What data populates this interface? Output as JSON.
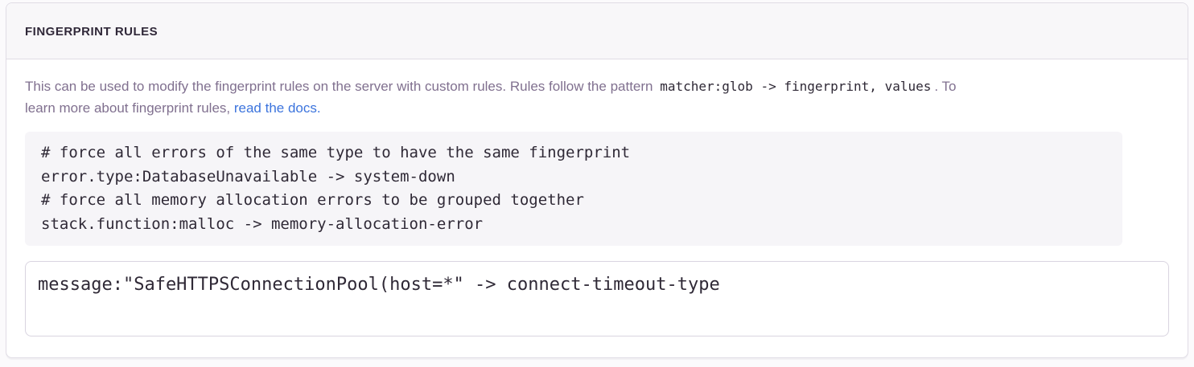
{
  "panel": {
    "header": {
      "title": "FINGERPRINT RULES"
    },
    "description": {
      "text_before_code": "This can be used to modify the fingerprint rules on the server with custom rules. Rules follow the pattern ",
      "pattern_code": "matcher:glob -> fingerprint, values",
      "text_after_code": ". To\nlearn more about fingerprint rules, ",
      "link_text": "read the docs."
    },
    "example_block": {
      "code": "# force all errors of the same type to have the same fingerprint\nerror.type:DatabaseUnavailable -> system-down\n# force all memory allocation errors to be grouped together\nstack.function:malloc -> memory-allocation-error"
    },
    "rules_input": {
      "value": "message:\"SafeHTTPSConnectionPool(host=*\" -> connect-timeout-type"
    }
  },
  "colors": {
    "link_blue": "#3c74dd",
    "heading_text": "#302839",
    "body_text": "#80708f",
    "code_text": "#2f2936",
    "panel_border": "#e0dce5",
    "header_bg": "#f8f7f9",
    "code_block_bg": "#f6f5f8",
    "input_border": "#d9d4e0",
    "page_bg": "#fbfafc"
  }
}
